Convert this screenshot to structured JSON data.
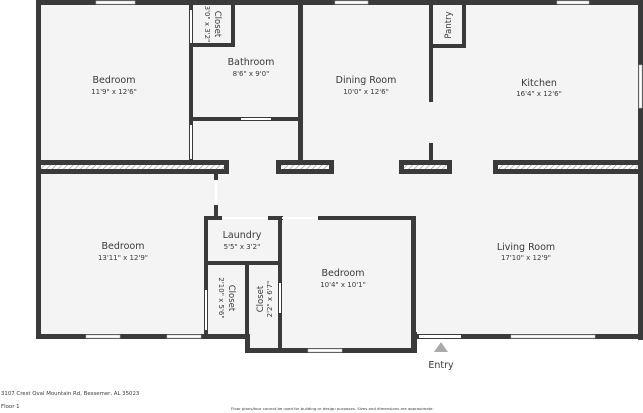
{
  "plan": {
    "rooms": [
      {
        "id": "bedroom-1",
        "name": "Bedroom",
        "dims": "11'9\" x 12'6\""
      },
      {
        "id": "closet-1",
        "name": "Closet",
        "dims": "3'0\" x 3'2\""
      },
      {
        "id": "bathroom",
        "name": "Bathroom",
        "dims": "8'6\" x 9'0\""
      },
      {
        "id": "dining-room",
        "name": "Dining Room",
        "dims": "10'0\" x 12'6\""
      },
      {
        "id": "pantry",
        "name": "Pantry",
        "dims": ""
      },
      {
        "id": "kitchen",
        "name": "Kitchen",
        "dims": "16'4\" x 12'6\""
      },
      {
        "id": "bedroom-2",
        "name": "Bedroom",
        "dims": "13'11\" x 12'9\""
      },
      {
        "id": "laundry",
        "name": "Laundry",
        "dims": "5'5\" x 3'2\""
      },
      {
        "id": "closet-2",
        "name": "Closet",
        "dims": "2'10\" x 5'6\""
      },
      {
        "id": "closet-3",
        "name": "Closet",
        "dims": "2'2\" x 6'7\""
      },
      {
        "id": "bedroom-3",
        "name": "Bedroom",
        "dims": "10'4\" x 10'1\""
      },
      {
        "id": "living-room",
        "name": "Living Room",
        "dims": "17'10\" x 12'9\""
      }
    ],
    "entry_label": "Entry"
  },
  "footer": {
    "address": "3107 Crest Oval Mountain Rd, Bessemer, AL 35023",
    "floor": "Floor 1",
    "disclaimer": "Floor plans/tour cannot be used for building or design purposes. Sizes and dimensions are approximate."
  },
  "colors": {
    "wall": "#3a3a3a",
    "floor": "#f4f4f4",
    "background": "#ffffff",
    "entry_marker": "#aaaaaa"
  }
}
